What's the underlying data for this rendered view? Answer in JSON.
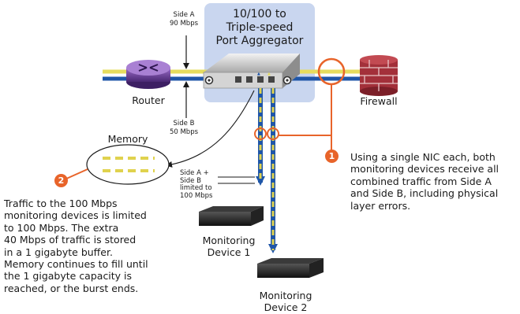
{
  "aggregator": {
    "title_lines": [
      "10/100 to",
      "Triple-speed",
      "Port Aggregator"
    ]
  },
  "labels": {
    "side_a": [
      "Side A",
      "90 Mbps"
    ],
    "side_b": [
      "Side B",
      "50 Mbps"
    ],
    "router": "Router",
    "firewall": "Firewall",
    "memory": "Memory",
    "combined": [
      "Side A +",
      "Side B",
      "limited to",
      "100 Mbps"
    ],
    "device1": [
      "Monitoring",
      "Device 1"
    ],
    "device2": [
      "Monitoring",
      "Device 2"
    ]
  },
  "callouts": [
    {
      "number": "1",
      "lines": [
        "Using a single NIC each, both",
        "monitoring devices receive all",
        "combined traffic from Side A",
        "and Side B, including physical",
        "layer errors."
      ]
    },
    {
      "number": "2",
      "lines": [
        "Traffic to the 100 Mbps",
        "monitoring devices is limited",
        "to 100 Mbps. The extra",
        "40 Mbps of traffic is stored",
        "in a 1 gigabyte buffer.",
        "Memory continues to fill until",
        "the 1 gigabyte capacity is",
        "reached, or the burst ends."
      ]
    }
  ],
  "colors": {
    "side_a_line": "#e6dc5e",
    "side_b_line": "#1f56a8",
    "callout_orange": "#e8642a",
    "aggregator_box": "#c9d6ef",
    "router": "#6c3d98",
    "firewall_brick": "#a3303a",
    "dashed": "#e0d24e"
  }
}
